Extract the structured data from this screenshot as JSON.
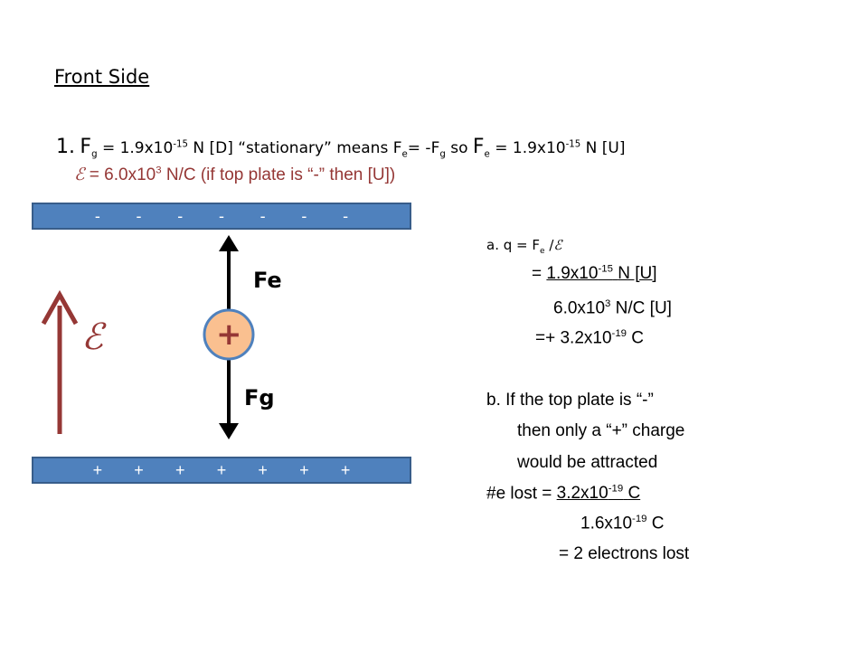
{
  "heading": "Front Side",
  "line1": {
    "num": "1.",
    "fg_F": "F",
    "fg_sub": "g",
    "fg_eq": "= 1.9x10",
    "fg_exp": "-15",
    "fg_rest": "N [D]  “stationary” means F",
    "fe_sub1": "e",
    "mid": "= -F",
    "g_sub2": "g",
    "so": "so",
    "fe_F": "F",
    "fe_sub2": "e",
    "fe_eq": "= 1.9x10",
    "fe_exp": "-15",
    "fe_rest": "N [U]"
  },
  "line2": {
    "symbol": "ℰ",
    "eq": "= 6.0x10",
    "exp": "3",
    "rest": "N/C (if top plate is “-” then [U])"
  },
  "diagram": {
    "top_plate_signs": [
      "-",
      "-",
      "-",
      "-",
      "-",
      "-",
      "-"
    ],
    "bottom_plate_signs": [
      "+",
      "+",
      "+",
      "+",
      "+",
      "+",
      "+"
    ],
    "field_symbol": "ℰ",
    "charge_sign": "+",
    "fe_label": "Fe",
    "fg_label": "Fg",
    "colors": {
      "plate_fill": "#4f81bd",
      "plate_border": "#385d8a",
      "field_arrow": "#953735",
      "charge_fill": "#fac090",
      "charge_border": "#4f81bd"
    }
  },
  "part_a": {
    "prefix": "a.  q = F",
    "sub": "e",
    "slash": "/",
    "symbol": "ℰ",
    "row2_eq": "=",
    "row2_num": "1.9x10",
    "row2_exp": "-15",
    "row2_unit": "N [U]",
    "row3_num": "6.0x10",
    "row3_exp": "3",
    "row3_unit": "N/C [U]",
    "row4_num": "=+ 3.2x10",
    "row4_exp": "-19",
    "row4_unit": "C"
  },
  "part_b": {
    "l1": "b.  If the top plate is “-”",
    "l2": "then only a “+” charge",
    "l3": "would be attracted",
    "l4_prefix": "#e lost =",
    "l4_num": "3.2x10",
    "l4_exp": "-19",
    "l4_unit": "C",
    "l5_num": "1.6x10",
    "l5_exp": "-19",
    "l5_unit": "C",
    "l6": "=  2 electrons lost"
  }
}
